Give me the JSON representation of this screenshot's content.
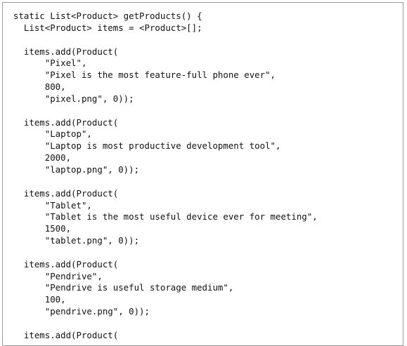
{
  "code": {
    "lines": [
      "static List<Product> getProducts() {",
      "  List<Product> items = <Product>[];",
      "",
      "  items.add(Product(",
      "      \"Pixel\",",
      "      \"Pixel is the most feature-full phone ever\",",
      "      800,",
      "      \"pixel.png\", 0));",
      "",
      "  items.add(Product(",
      "      \"Laptop\",",
      "      \"Laptop is most productive development tool\",",
      "      2000,",
      "      \"laptop.png\", 0));",
      "",
      "  items.add(Product(",
      "      \"Tablet\",",
      "      \"Tablet is the most useful device ever for meeting\",",
      "      1500,",
      "      \"tablet.png\", 0));",
      "",
      "  items.add(Product(",
      "      \"Pendrive\",",
      "      \"Pendrive is useful storage medium\",",
      "      100,",
      "      \"pendrive.png\", 0));",
      "",
      "  items.add(Product("
    ]
  }
}
